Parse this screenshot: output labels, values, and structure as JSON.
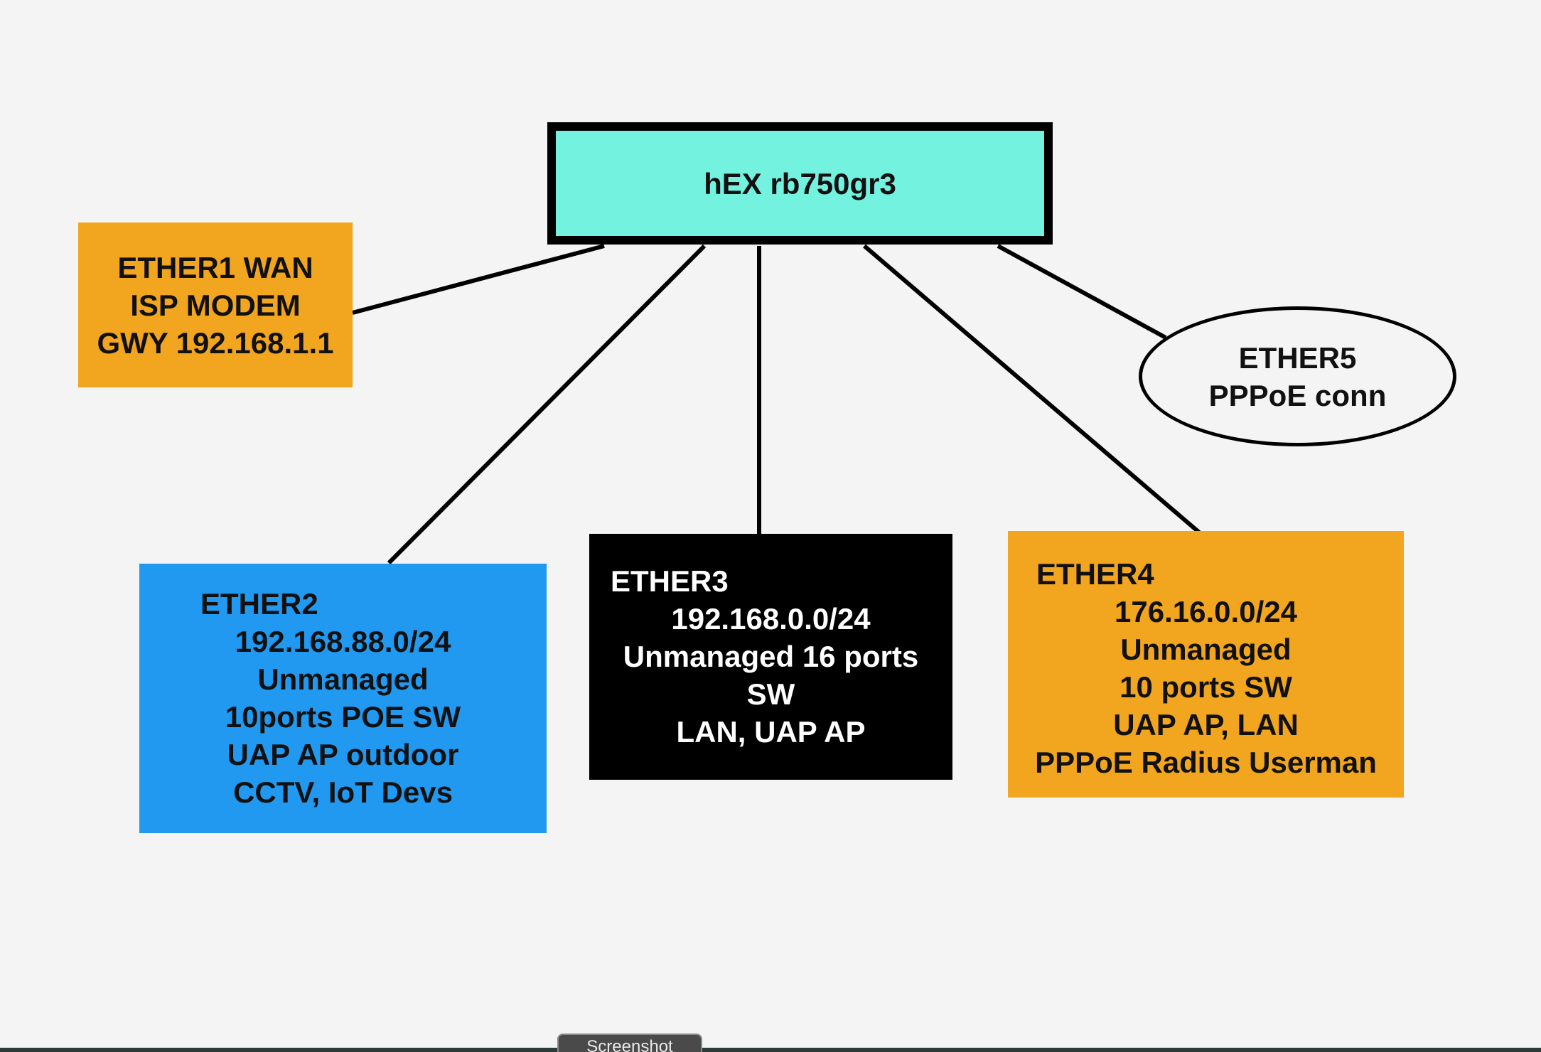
{
  "router": {
    "label": "hEX rb750gr3"
  },
  "ether1": {
    "lines": [
      "ETHER1 WAN",
      "ISP MODEM",
      "GWY 192.168.1.1"
    ]
  },
  "ether2": {
    "lines": [
      "ETHER2",
      "192.168.88.0/24",
      "Unmanaged",
      "10ports POE SW",
      "UAP AP outdoor",
      "CCTV, IoT Devs"
    ]
  },
  "ether3": {
    "lines": [
      "ETHER3",
      "192.168.0.0/24",
      "Unmanaged 16 ports",
      "SW",
      "LAN, UAP AP"
    ]
  },
  "ether4": {
    "lines": [
      "ETHER4",
      "176.16.0.0/24",
      "Unmanaged",
      "10 ports SW",
      "UAP AP, LAN",
      "PPPoE Radius Userman"
    ]
  },
  "ether5": {
    "lines": [
      "ETHER5",
      "PPPoE conn"
    ]
  },
  "taskbar": {
    "tab_label": "Screenshot"
  },
  "colors": {
    "background": "#f4f4f4",
    "router_fill": "#74f2e0",
    "orange": "#f2a51f",
    "blue": "#2199f0",
    "black": "#000000"
  }
}
